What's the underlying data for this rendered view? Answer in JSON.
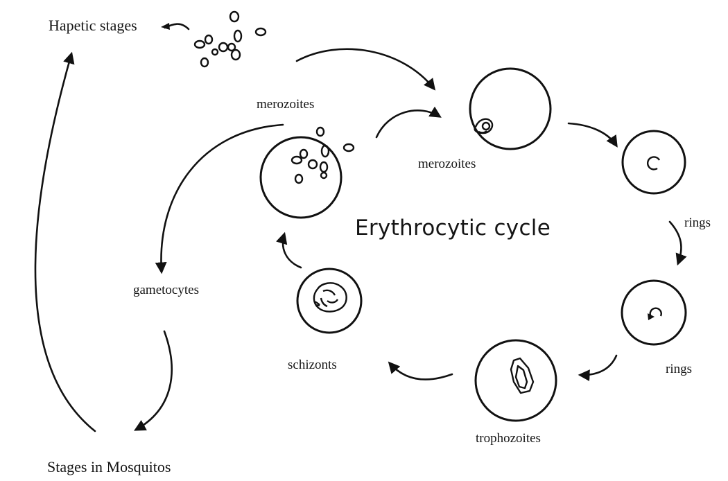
{
  "labels": {
    "hepatic": "Hapetic stages",
    "merozoites_top": "merozoites",
    "merozoites_right": "merozoites",
    "cycle": "Erythrocytic cycle",
    "rings_upper": "rings",
    "rings_lower": "rings",
    "trophozoites": "trophozoites",
    "schizonts": "schizonts",
    "gametocytes": "gametocytes",
    "mosquito": "Stages in Mosquitos"
  },
  "colors": {
    "ink": "#111111",
    "background": "#ffffff"
  }
}
